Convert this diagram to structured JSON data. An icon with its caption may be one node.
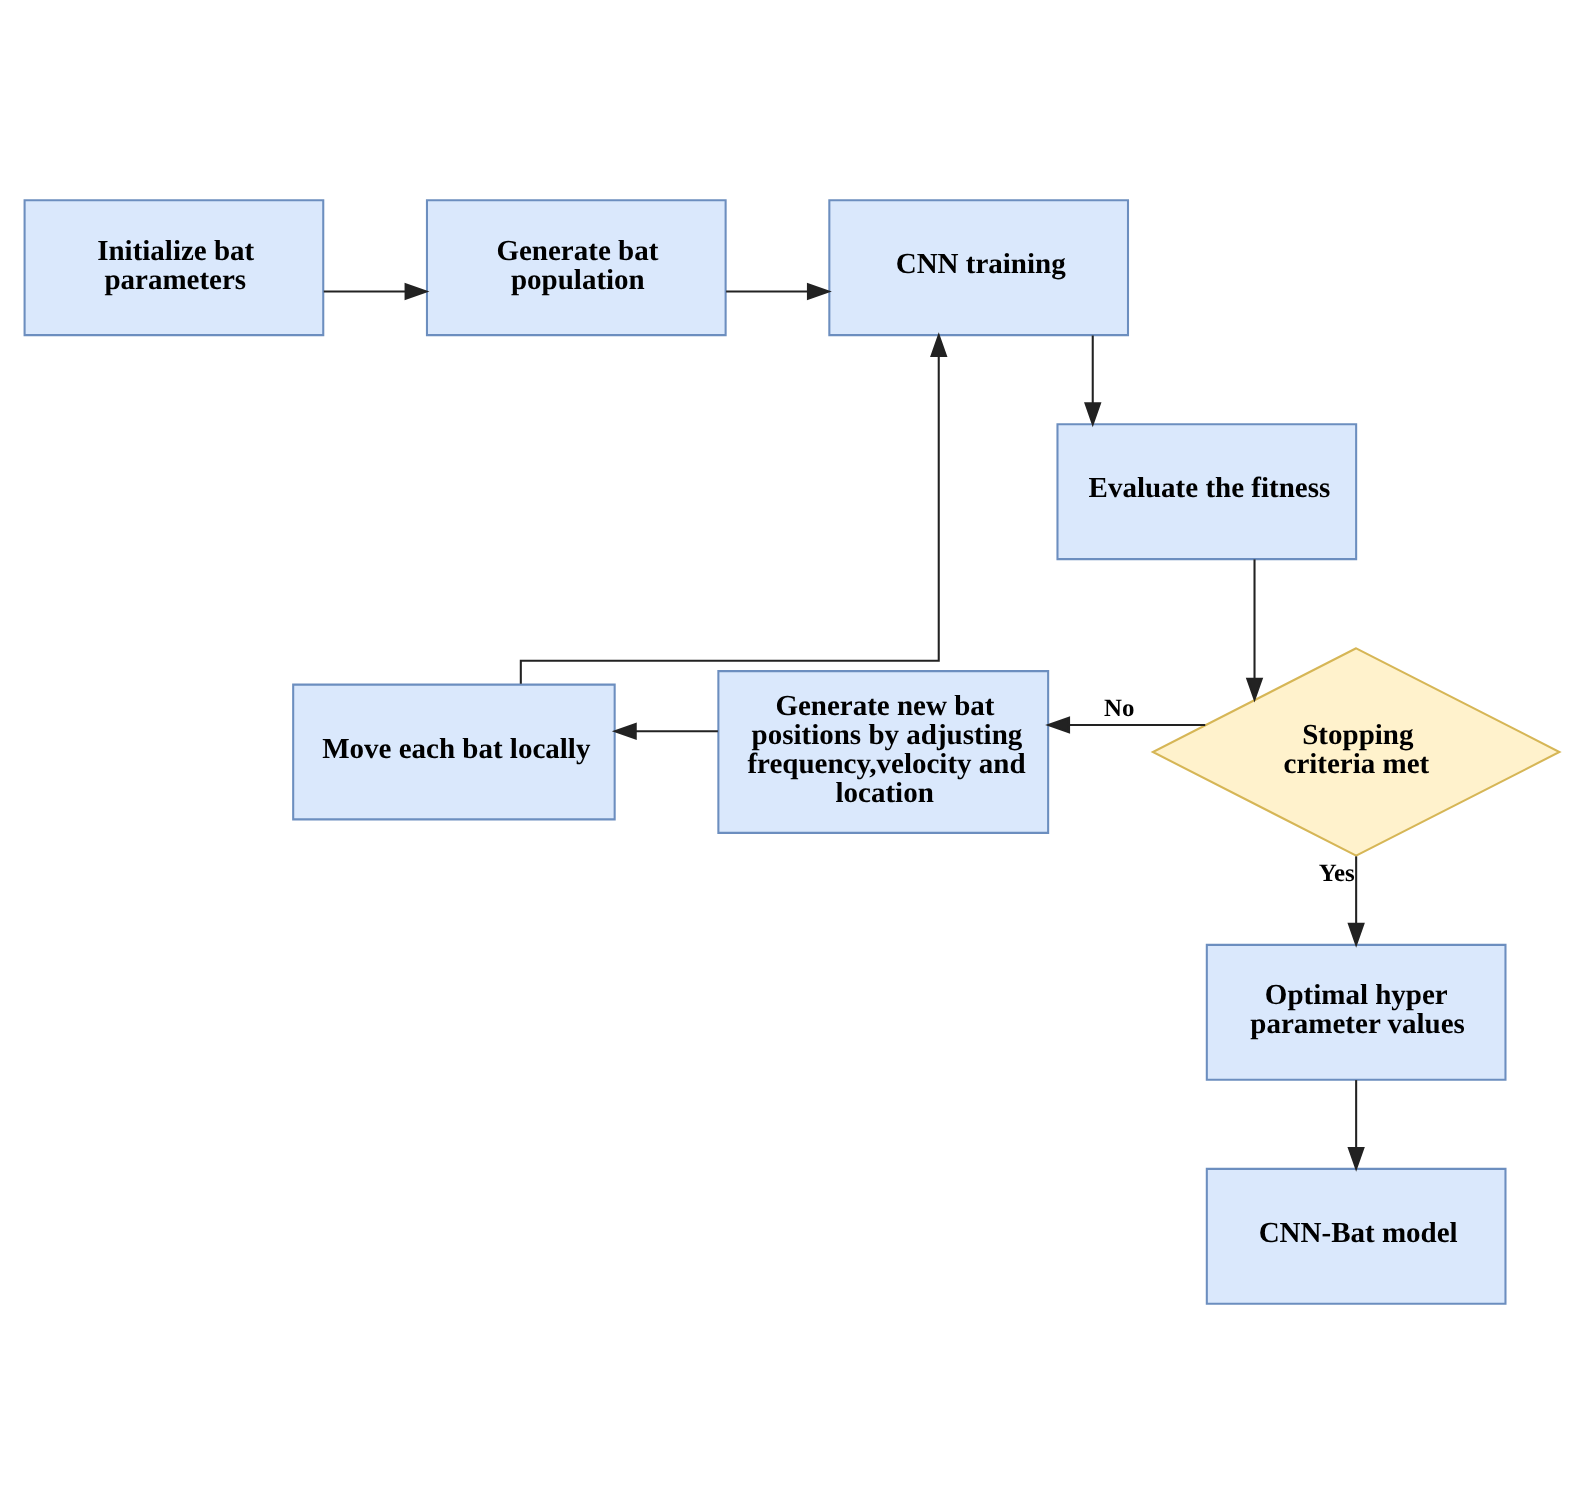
{
  "diagram": {
    "nodes": [
      {
        "text": [
          "Initialize bat parameters"
        ]
      },
      {
        "text": [
          "Generate bat population"
        ]
      },
      {
        "text": [
          "CNN training"
        ]
      },
      {
        "text": [
          "Evaluate the fitness"
        ]
      },
      {
        "text": [
          "Stopping criteria met"
        ]
      },
      {
        "text": [
          "Generate new bat positions by adjusting frequency,velocity and location"
        ]
      },
      {
        "text": [
          "Move each bat locally"
        ]
      },
      {
        "text": [
          "Optimal hyper parameter values"
        ]
      },
      {
        "text": [
          "CNN-Bat model"
        ]
      }
    ],
    "edges": [
      {
        "from": 0,
        "to": 1,
        "arrow": "to"
      },
      {
        "from": 1,
        "to": 2,
        "arrow": "to"
      },
      {
        "from": 2,
        "to": 3,
        "arrow": "to"
      },
      {
        "from": 3,
        "to": 4,
        "arrow": "to"
      },
      {
        "from": 4,
        "to": 5,
        "arrow": "to",
        "label": "No"
      },
      {
        "from": 5,
        "to": 6,
        "arrow": "to"
      },
      {
        "from": 6,
        "to": 2,
        "arrow": "to"
      },
      {
        "from": 4,
        "to": 7,
        "arrow": "to",
        "label": "Yes"
      },
      {
        "from": 7,
        "to": 8,
        "arrow": "to"
      }
    ]
  }
}
